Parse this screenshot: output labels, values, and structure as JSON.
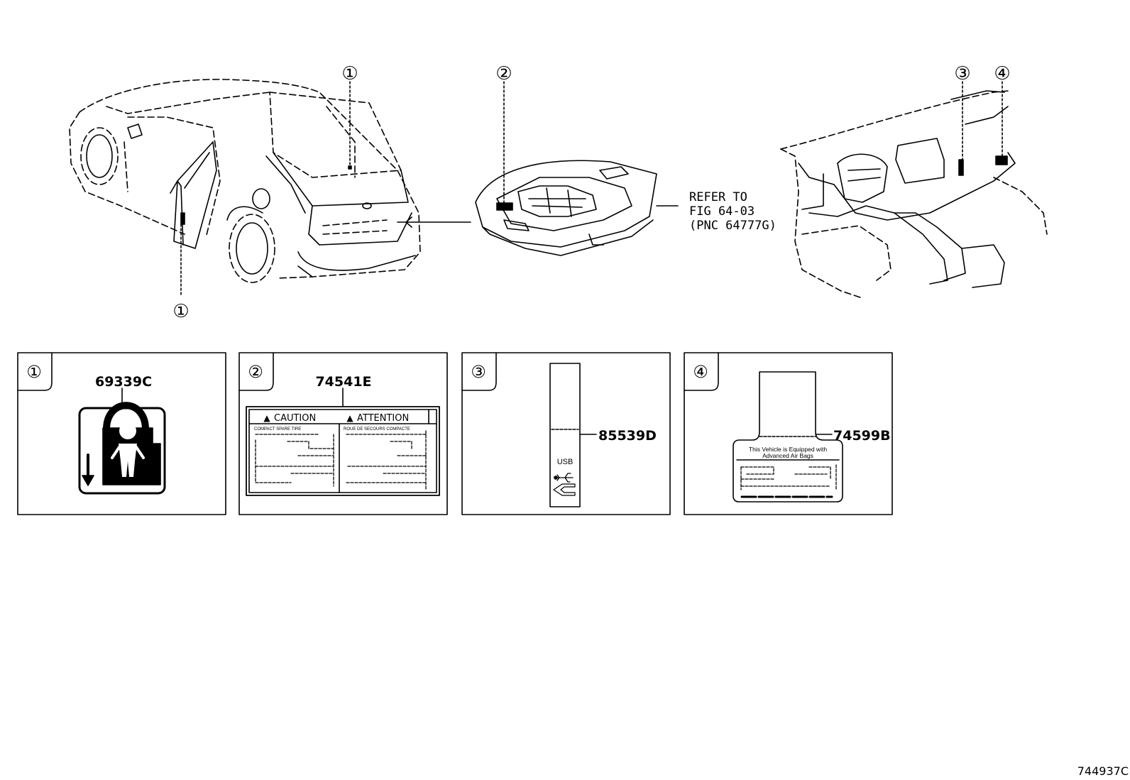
{
  "callouts": {
    "c1_top": "①",
    "c1_bottom": "①",
    "c2": "②",
    "c3": "③",
    "c4": "④"
  },
  "refer": {
    "line1": "REFER TO",
    "line2": "FIG 64-03",
    "line3": "(PNC 64777G)"
  },
  "panels": [
    {
      "num": "①",
      "part": "69339C"
    },
    {
      "num": "②",
      "part": "74541E",
      "caution": "CAUTION",
      "attention": "ATTENTION",
      "left_text": "COMPACT SPARE TIRE",
      "right_text": "ROUE DE SECOURS COMPACTE"
    },
    {
      "num": "③",
      "part": "85539D",
      "usb": "USB"
    },
    {
      "num": "④",
      "part": "74599B",
      "airbag_line1": "This Vehicle is Equipped with",
      "airbag_line2": "Advanced Air Bags"
    }
  ],
  "figure_id": "744937C"
}
